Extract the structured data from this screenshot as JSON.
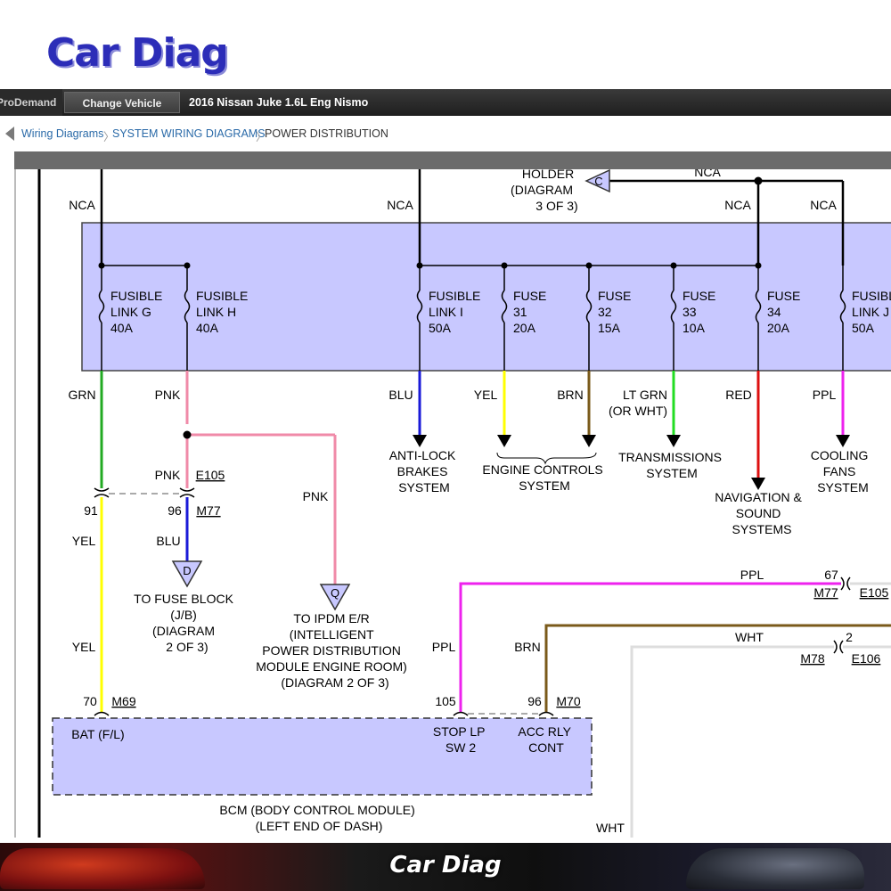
{
  "logo": "Car Diag",
  "topbar": {
    "brand": "ProDemand",
    "change_vehicle": "Change Vehicle",
    "vehicle": "2016 Nissan Juke 1.6L Eng Nismo"
  },
  "breadcrumb": [
    "Wiring Diagrams",
    "SYSTEM WIRING DIAGRAMS",
    "POWER DISTRIBUTION"
  ],
  "diagram": {
    "holder": [
      "HOLDER",
      "(DIAGRAM",
      "3 OF 3)"
    ],
    "connector_c": "C",
    "nca": "NCA",
    "fuses": [
      {
        "l1": "FUSIBLE",
        "l2": "LINK G",
        "l3": "40A"
      },
      {
        "l1": "FUSIBLE",
        "l2": "LINK H",
        "l3": "40A"
      },
      {
        "l1": "FUSIBLE",
        "l2": "LINK I",
        "l3": "50A"
      },
      {
        "l1": "FUSE",
        "l2": "31",
        "l3": "20A"
      },
      {
        "l1": "FUSE",
        "l2": "32",
        "l3": "15A"
      },
      {
        "l1": "FUSE",
        "l2": "33",
        "l3": "10A"
      },
      {
        "l1": "FUSE",
        "l2": "34",
        "l3": "20A"
      },
      {
        "l1": "FUSIBLE",
        "l2": "LINK J",
        "l3": "50A"
      }
    ],
    "wire_colors": [
      "GRN",
      "PNK",
      "BLU",
      "YEL",
      "BRN",
      "LT GRN",
      "(OR WHT)",
      "RED",
      "PPL"
    ],
    "systems": {
      "abs": [
        "ANTI-LOCK",
        "BRAKES",
        "SYSTEM"
      ],
      "engine": [
        "ENGINE CONTROLS",
        "SYSTEM"
      ],
      "trans": [
        "TRANSMISSIONS",
        "SYSTEM"
      ],
      "nav": [
        "NAVIGATION &",
        "SOUND",
        "SYSTEMS"
      ],
      "fans": [
        "COOLING",
        "FANS",
        "SYSTEM"
      ]
    },
    "pnk_upper": "PNK",
    "pnk_right": "PNK",
    "conn_e105": "E105",
    "pin_91": "91",
    "pin_96": "96",
    "conn_m77": "M77",
    "yel": "YEL",
    "blu": "BLU",
    "connector_d": "D",
    "connector_q": "Q",
    "fuse_block": [
      "TO FUSE BLOCK",
      "(J/B)",
      "(DIAGRAM",
      "2 OF 3)"
    ],
    "ipdm": [
      "TO IPDM E/R",
      "(INTELLIGENT",
      "POWER DISTRIBUTION",
      "MODULE ENGINE ROOM)",
      "(DIAGRAM 2 OF 3)"
    ],
    "ppl": "PPL",
    "pin_67": "67",
    "wht": "WHT",
    "pin_2": "2",
    "conn_m78": "M78",
    "conn_e106": "E106",
    "brn": "BRN",
    "pin_70": "70",
    "conn_m69": "M69",
    "pin_105": "105",
    "pin_96b": "96",
    "conn_m70": "M70",
    "bcm_bat": "BAT (F/L)",
    "bcm_stop": [
      "STOP LP",
      "SW 2"
    ],
    "bcm_acc": [
      "ACC RLY",
      "CONT"
    ],
    "bcm_name": [
      "BCM (BODY CONTROL MODULE)",
      "(LEFT END OF DASH)"
    ]
  },
  "colors": {
    "module_fill": "#c8c8ff",
    "grn": "#22aa22",
    "pnk": "#f08aa8",
    "blu": "#1a1ad8",
    "yel": "#ffff00",
    "brn": "#7a5a1a",
    "ltgrn": "#22dd22",
    "red": "#dd1010",
    "ppl": "#ee22ee",
    "wht": "#dddddd"
  },
  "footer_logo": "Car Diag"
}
